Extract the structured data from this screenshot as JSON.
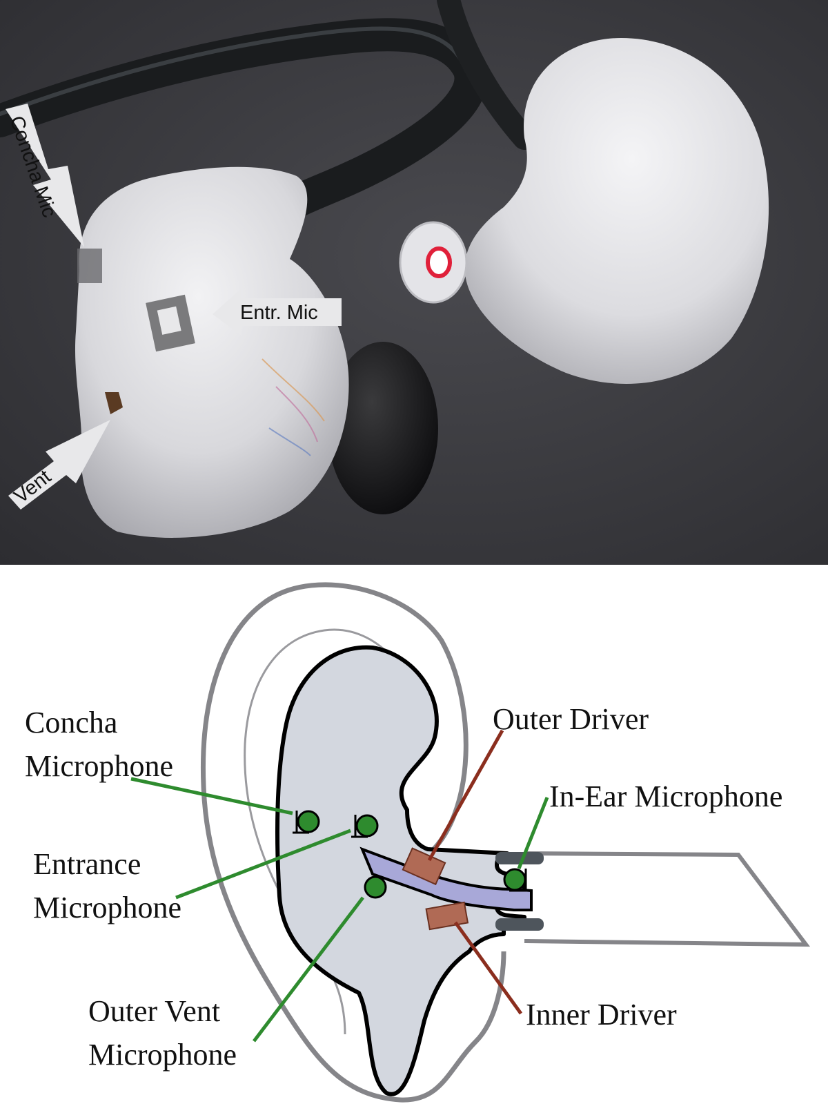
{
  "photo": {
    "labels": {
      "concha_mic": "Concha Mic",
      "entrance_mic": "Entr. Mic",
      "vent": "Vent"
    }
  },
  "diagram": {
    "labels": {
      "concha_line1": "Concha",
      "concha_line2": "Microphone",
      "entrance_line1": "Entrance",
      "entrance_line2": "Microphone",
      "outer_vent_line1": "Outer Vent",
      "outer_vent_line2": "Microphone",
      "outer_driver": "Outer Driver",
      "in_ear_mic": "In-Ear Microphone",
      "inner_driver": "Inner Driver"
    }
  },
  "colors": {
    "mic_green": "#2e8b2e",
    "driver_brown": "#b06a55",
    "shell_fill": "#d3d7df",
    "channel_purple": "#a8a8d8",
    "photo_background": "#3a3a3e"
  }
}
